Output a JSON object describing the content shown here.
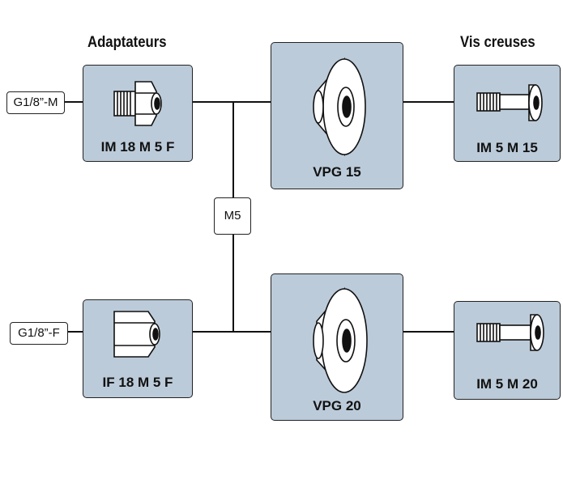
{
  "headings": {
    "left": "Adaptateurs",
    "right": "Vis creuses"
  },
  "adapters": {
    "top": "IM 18 M 5 F",
    "bottom": "IF 18 M 5 F"
  },
  "cups": {
    "top": "VPG 15",
    "bottom": "VPG 20"
  },
  "screws": {
    "top": "IM 5 M 15",
    "bottom": "IM 5 M 20"
  },
  "ports": {
    "male": "G1/8”-M",
    "female": "G1/8”-F",
    "middle": "M5"
  },
  "colors": {
    "box_fill": "#bccbd9",
    "line": "#111111"
  }
}
